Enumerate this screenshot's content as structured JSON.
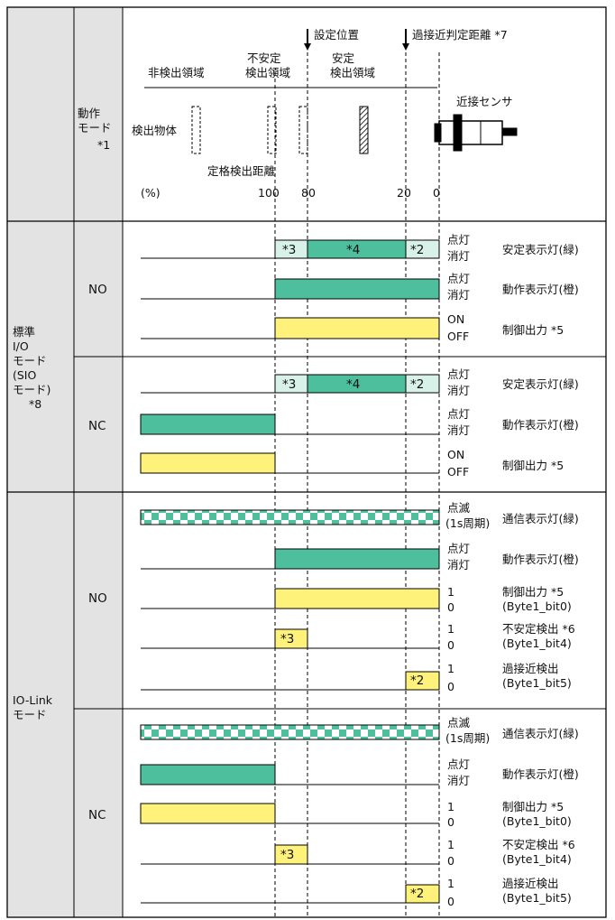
{
  "colors": {
    "green": "#4dbf9d",
    "yellow": "#fff27a",
    "header_bg": "#e3e3e3",
    "grid": "#000000"
  },
  "header": {
    "col_label": [
      "動作",
      "モード",
      "*1"
    ],
    "arrow_set": "設定位置",
    "arrow_over": "過接近判定距離 *7",
    "zone_nondetect": "非検出領域",
    "zone_unstable": [
      "不安定",
      "検出領域"
    ],
    "zone_stable": [
      "安定",
      "検出領域"
    ],
    "object_label": "検出物体",
    "rated_label": "定格検出距離",
    "sensor_label": "近接センサ",
    "pct_label": "(%)",
    "pct_ticks": [
      "100",
      "80",
      "20",
      "0"
    ]
  },
  "modes": {
    "std": [
      "標準",
      "I/O",
      "モード",
      "(SIO",
      "モード)",
      "*8"
    ],
    "iolink": [
      "IO-Link",
      "モード"
    ]
  },
  "subrows": {
    "no": "NO",
    "nc": "NC"
  },
  "marks": {
    "m2": "*2",
    "m3": "*3",
    "m4": "*4"
  },
  "states": {
    "on_lit": "点灯",
    "off_lit": "消灯",
    "on": "ON",
    "off": "OFF",
    "one": "1",
    "zero": "0",
    "blink": "点滅",
    "period": "(1s周期)"
  },
  "signals": {
    "stable_lamp": "安定表示灯(緑)",
    "op_lamp": "動作表示灯(橙)",
    "ctrl_out": "制御出力 *5",
    "comm_lamp": "通信表示灯(緑)",
    "ctrl_out_bit": "(Byte1_bit0)",
    "unstable_det": "不安定検出 *6",
    "unstable_bit": "(Byte1_bit4)",
    "over_det": "過接近検出",
    "over_bit": "(Byte1_bit5)"
  }
}
